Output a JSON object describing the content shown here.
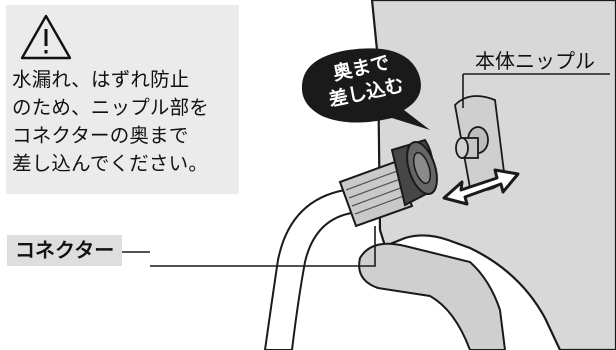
{
  "warning": {
    "icon": "warning-triangle-icon",
    "text": "水漏れ、はずれ防止\nのため、ニップル部を\nコネクターの奥まで\n差し込んでください。"
  },
  "labels": {
    "connector": "コネクター",
    "main_nipple": "本体ニップル"
  },
  "speech_bubble": {
    "text": "奥まで\n差し込む"
  },
  "icons": {
    "insert_direction": "double-headed-arrow-icon"
  },
  "colors": {
    "warning_box_bg": "#ebebeb",
    "label_bg": "#dedede",
    "bubble": "#1a1a1a",
    "device_body": "#d9d9d9"
  }
}
